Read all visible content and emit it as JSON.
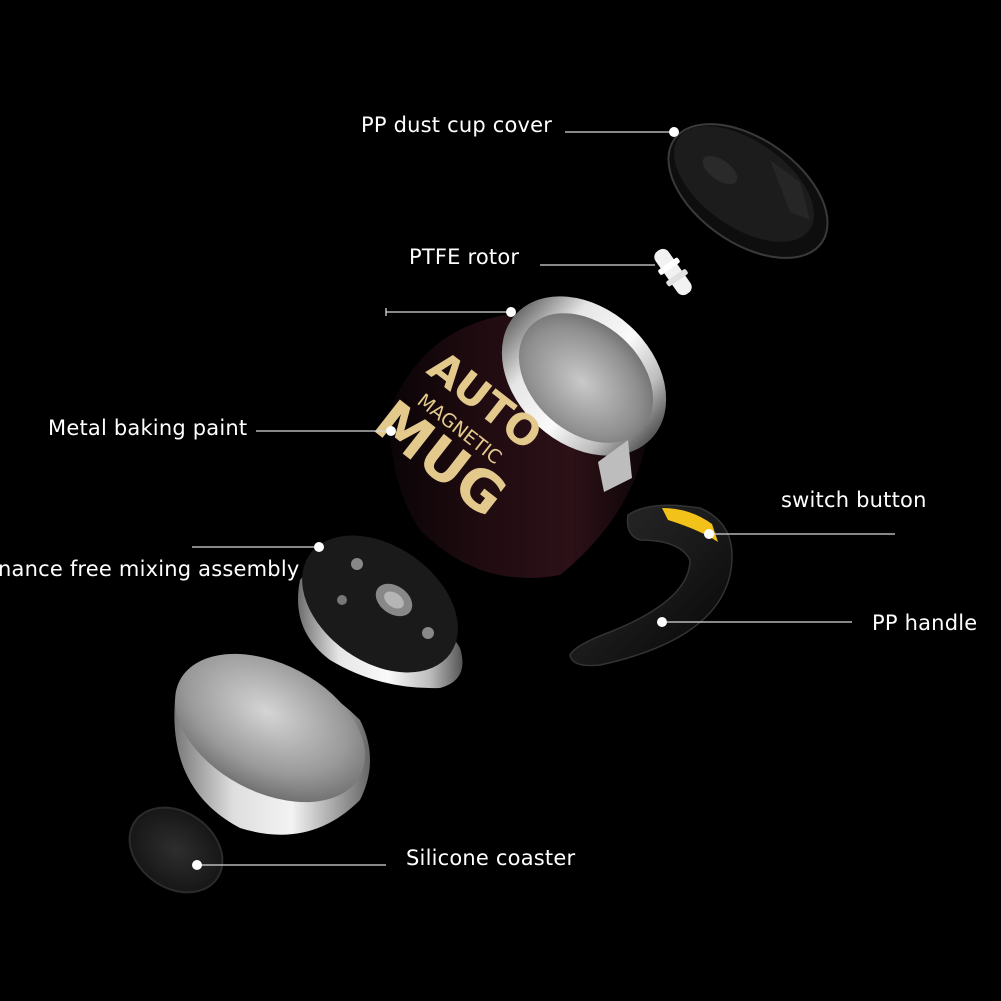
{
  "labels": {
    "dust_cup_cover": "PP dust cup cover",
    "rotor": "PTFE rotor",
    "paint": "Metal baking paint",
    "mixing_assembly": "nance free mixing assembly",
    "switch_button": "switch button",
    "handle": "PP handle",
    "coaster": "Silicone coaster"
  },
  "mug_print": {
    "line1": "AUTO",
    "line2": "MAGNETIC",
    "line3": "MUG"
  },
  "colors": {
    "background": "#000000",
    "print_gold": "#e3c98c",
    "switch_yellow": "#f2c21b",
    "leader_line": "#d9d9d9"
  }
}
